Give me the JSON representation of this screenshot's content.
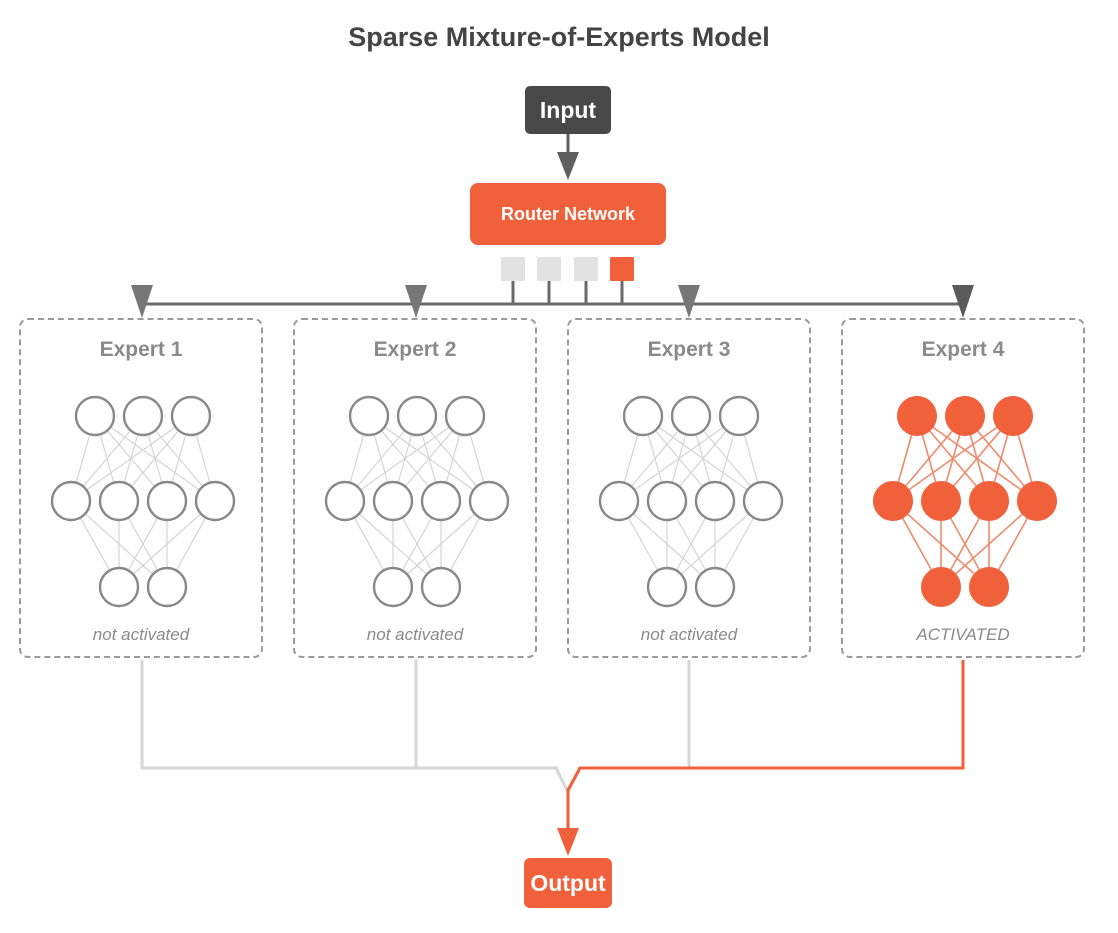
{
  "title": "Sparse Mixture-of-Experts Model",
  "input": {
    "label": "Input"
  },
  "router": {
    "label": "Router Network",
    "gates": [
      {
        "active": false
      },
      {
        "active": false
      },
      {
        "active": false
      },
      {
        "active": true
      }
    ]
  },
  "experts": [
    {
      "name": "Expert 1",
      "status": "not activated",
      "active": false
    },
    {
      "name": "Expert 2",
      "status": "not activated",
      "active": false
    },
    {
      "name": "Expert 3",
      "status": "not activated",
      "active": false
    },
    {
      "name": "Expert 4",
      "status": "ACTIVATED",
      "active": true
    }
  ],
  "network": {
    "layers": [
      3,
      4,
      2
    ]
  },
  "output": {
    "label": "Output"
  },
  "colors": {
    "accent": "#f0603a",
    "dark": "#484848",
    "inactive_stroke": "#888888",
    "inactive_line": "#d6d6d6",
    "gate_inactive": "#e2e2e2",
    "title": "#444444"
  }
}
